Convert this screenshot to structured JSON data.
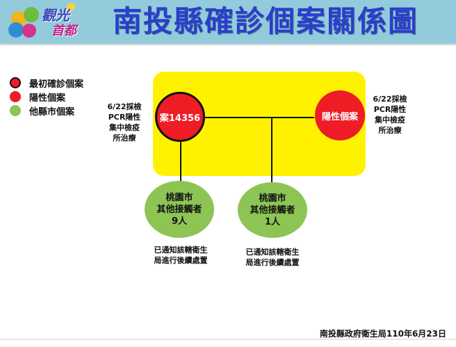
{
  "header": {
    "logo_text_line1": "觀光",
    "logo_text_line2": "首都",
    "title": "南投縣確診個案關係圖",
    "background_color": "#93cbdc",
    "title_color": "#2a3fc9"
  },
  "legend": {
    "items": [
      {
        "label": "最初確診個案",
        "color": "#ee1c25",
        "border": "#111111"
      },
      {
        "label": "陽性個案",
        "color": "#ee1c25",
        "border": "none"
      },
      {
        "label": "他縣市個案",
        "color": "#8dc454",
        "border": "none"
      }
    ]
  },
  "nodes": {
    "initial_case": {
      "label": "案14356",
      "type": "最初確診個案"
    },
    "positive_case": {
      "label": "陽性個案",
      "type": "陽性個案"
    },
    "contacts_9": {
      "line1": "桃園市",
      "line2": "其他接觸者",
      "line3": "9人"
    },
    "contacts_1": {
      "line1": "桃園市",
      "line2": "其他接觸者",
      "line3": "1人"
    }
  },
  "notes": {
    "left": {
      "line1": "6/22採檢",
      "line2": "PCR陽性",
      "line3": "集中檢疫",
      "line4": "所治療"
    },
    "right": {
      "line1": "6/22採檢",
      "line2": "PCR陽性",
      "line3": "集中檢疫",
      "line4": "所治療"
    },
    "contacts_9": {
      "line1": "已通知該轄衛生",
      "line2": "局進行後續處置"
    },
    "contacts_1": {
      "line1": "已通知該轄衛生",
      "line2": "局進行後續處置"
    }
  },
  "colors": {
    "highlight_box": "#fff200",
    "red_case": "#ee1c25",
    "green_case": "#8dc454"
  },
  "footer": {
    "source": "南投縣政府衛生局110年6月23日"
  }
}
